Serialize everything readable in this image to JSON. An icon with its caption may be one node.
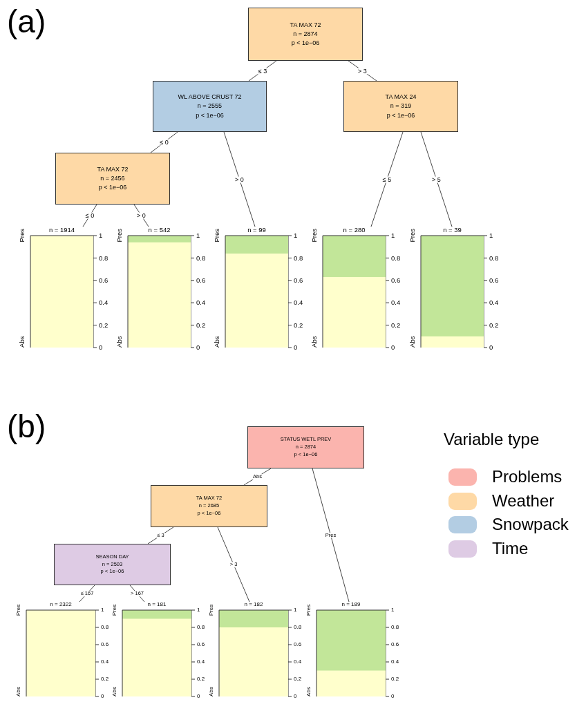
{
  "diagram": {
    "nodes": [
      {
        "text": [
          "TA MAX 72",
          "n = 2874",
          "p < 1e−06"
        ]
      },
      {
        "text": [
          "WL ABOVE CRUST 72",
          "n = 2555",
          "p < 1e−06"
        ]
      },
      {
        "text": [
          "TA MAX 24",
          "n = 319",
          "p < 1e−06"
        ]
      },
      {
        "text": [
          "TA MAX 72",
          "n = 2456",
          "p < 1e−06"
        ]
      },
      {
        "text": [
          "n = 1914"
        ]
      },
      {
        "text": [
          "n = 542"
        ]
      },
      {
        "text": [
          "n = 99"
        ]
      },
      {
        "text": [
          "n = 280"
        ]
      },
      {
        "text": [
          "n = 39"
        ]
      },
      {
        "text": [
          "STATUS WETL PREV",
          "n = 2874",
          "p < 1e−06"
        ]
      },
      {
        "text": [
          "TA MAX 72",
          "n = 2685",
          "p < 1e−06"
        ]
      },
      {
        "text": [
          "SEASON DAY",
          "n = 2503",
          "p < 1e−06"
        ]
      },
      {
        "text": [
          "n = 2322"
        ]
      },
      {
        "text": [
          "n = 181"
        ]
      },
      {
        "text": [
          "n = 182"
        ]
      },
      {
        "text": [
          "n = 189"
        ]
      }
    ],
    "edges": [
      {
        "from": 0,
        "to": 1,
        "arrow": "none",
        "label": "≤ 3"
      },
      {
        "from": 0,
        "to": 2,
        "arrow": "none",
        "label": "> 3"
      },
      {
        "from": 1,
        "to": 3,
        "arrow": "none",
        "label": "≤ 0"
      },
      {
        "from": 1,
        "to": 6,
        "arrow": "none",
        "label": "> 0"
      },
      {
        "from": 2,
        "to": 7,
        "arrow": "none",
        "label": "≤ 5"
      },
      {
        "from": 2,
        "to": 8,
        "arrow": "none",
        "label": "> 5"
      },
      {
        "from": 3,
        "to": 4,
        "arrow": "none",
        "label": "≤ 0"
      },
      {
        "from": 3,
        "to": 5,
        "arrow": "none",
        "label": "> 0"
      },
      {
        "from": 9,
        "to": 10,
        "arrow": "none",
        "label": "Abs"
      },
      {
        "from": 9,
        "to": 15,
        "arrow": "none",
        "label": "Pres"
      },
      {
        "from": 10,
        "to": 11,
        "arrow": "none",
        "label": "≤ 3"
      },
      {
        "from": 10,
        "to": 14,
        "arrow": "none",
        "label": "> 3"
      },
      {
        "from": 11,
        "to": 12,
        "arrow": "none",
        "label": "≤ 167"
      },
      {
        "from": 11,
        "to": 13,
        "arrow": "none",
        "label": "> 167"
      }
    ],
    "labels": [
      "(a)",
      "Pres",
      "Abs",
      "1",
      "0.8",
      "0.6",
      "0.4",
      "0.2",
      "0",
      "Pres",
      "Abs",
      "1",
      "0.8",
      "0.6",
      "0.4",
      "0.2",
      "0",
      "Pres",
      "Abs",
      "1",
      "0.8",
      "0.6",
      "0.4",
      "0.2",
      "0",
      "Pres",
      "Abs",
      "1",
      "0.8",
      "0.6",
      "0.4",
      "0.2",
      "0",
      "Pres",
      "Abs",
      "1",
      "0.8",
      "0.6",
      "0.4",
      "0.2",
      "0",
      "(b)",
      "Variable type",
      "Pres",
      "Abs",
      "1",
      "0.8",
      "0.6",
      "0.4",
      "0.2",
      "0",
      "Pres",
      "Abs",
      "1",
      "0.8",
      "0.6",
      "0.4",
      "0.2",
      "0",
      "Pres",
      "Abs",
      "1",
      "0.8",
      "0.6",
      "0.4",
      "0.2",
      "0",
      "Pres",
      "Abs",
      "1",
      "0.8",
      "0.6",
      "0.4",
      "0.2",
      "0"
    ],
    "legend": [
      {
        "text": "Problems",
        "color": "#fbb4ae"
      },
      {
        "text": "Weather",
        "color": "#fed9a6"
      },
      {
        "text": "Snowpack",
        "color": "#b3cde3"
      },
      {
        "text": "Time",
        "color": "#decbe4"
      }
    ]
  }
}
